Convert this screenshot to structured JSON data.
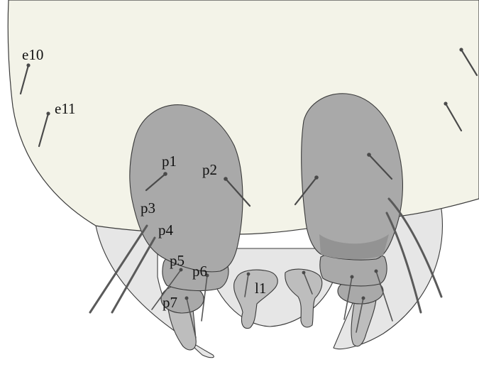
{
  "labels": {
    "e10": "e10",
    "e11": "e11",
    "p1": "p1",
    "p2": "p2",
    "p3": "p3",
    "p4": "p4",
    "p5": "p5",
    "p6": "p6",
    "p7": "p7",
    "l1": "l1"
  }
}
